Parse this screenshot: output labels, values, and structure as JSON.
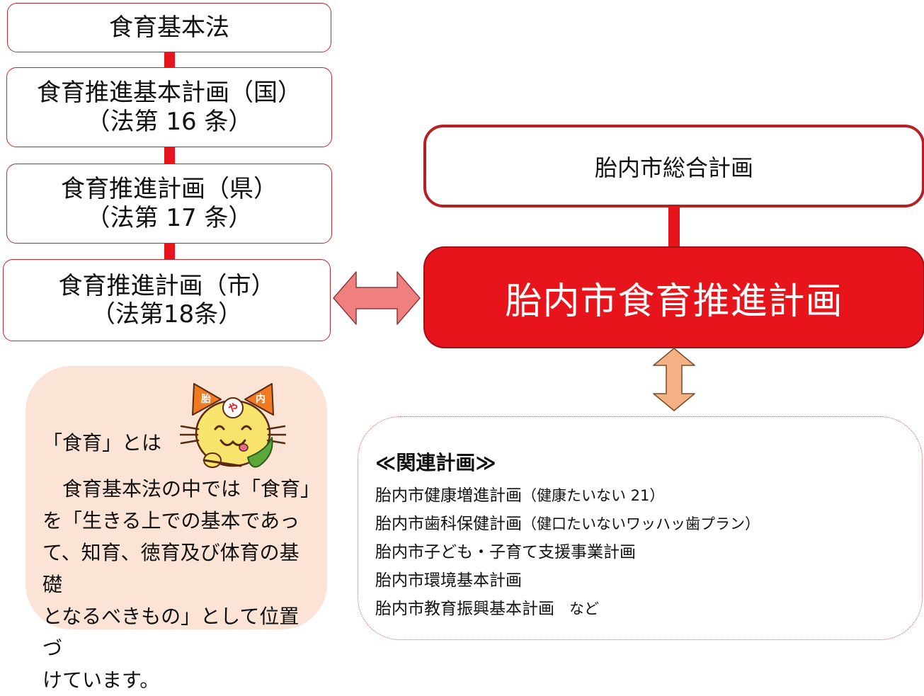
{
  "hierarchy": {
    "basic_law": {
      "line1": "食育基本法"
    },
    "national_plan": {
      "line1": "食育推進基本計画（国）",
      "line2": "（法第 16 条）"
    },
    "prefecture_plan": {
      "line1": "食育推進計画（県）",
      "line2": "（法第 17 条）"
    },
    "city_plan": {
      "line1": "食育推進計画（市）",
      "line2": "（法第18条）"
    }
  },
  "general_plan": {
    "label": "胎内市総合計画"
  },
  "main_plan": {
    "label": "胎内市食育推進計画"
  },
  "related": {
    "title": "≪関連計画≫",
    "items": [
      {
        "label": "胎内市健康増進計画",
        "note": "（健康たいない 21）"
      },
      {
        "label": "胎内市歯科保健計画",
        "note": "（健口たいないワッハッ歯プラン）"
      },
      {
        "label": "胎内市子ども・子育て支援事業計画",
        "note": ""
      },
      {
        "label": "胎内市環境基本計画",
        "note": ""
      },
      {
        "label": "胎内市教育振興基本計画",
        "note": "　など"
      }
    ]
  },
  "definition": {
    "heading": "「食育」とは",
    "lines": [
      "　食育基本法の中では「食育」",
      "を「生きる上での基本であっ",
      "て、知育、徳育及び体育の基礎",
      "となるべきもの」として位置づ",
      "けています。"
    ]
  },
  "mascot": {
    "banner_chars": [
      "胎",
      "や",
      "内"
    ]
  },
  "colors": {
    "connector_red": "#e8141b",
    "box_border_red": "#b81f25",
    "main_plan_fill": "#e8141b",
    "arrow_pink": "#f08080",
    "arrow_peach": "#f4b183",
    "definition_panel_fill": "#fbe3d5"
  }
}
